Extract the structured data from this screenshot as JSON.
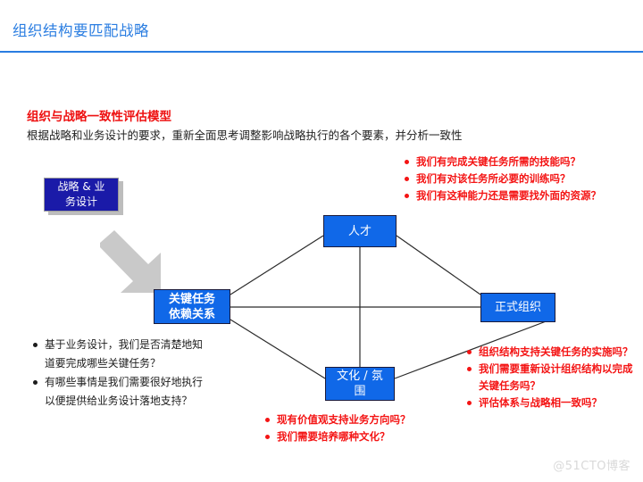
{
  "slide": {
    "title": "组织结构要匹配战略",
    "accent_color": "#2a7de1",
    "section_heading": "组织与战略一致性评估模型",
    "section_subtext": "根据战略和业务设计的要求，重新全面思考调整影响战略执行的各个要素，并分析一致性"
  },
  "strategy_box": {
    "line1": "战略 & 业",
    "line2": "务设计",
    "fill_color": "#1a1aa8"
  },
  "nodes": {
    "talent": {
      "label": "人才"
    },
    "tasks": {
      "line1": "关键任务",
      "line2": "依赖关系"
    },
    "org": {
      "label": "正式组织"
    },
    "culture": {
      "line1": "文化 / 氛",
      "line2": "围"
    },
    "fill_color": "#1068e8"
  },
  "bullets": {
    "skills": {
      "color": "#f41414",
      "items": [
        "我们有完成关键任务所需的技能吗？",
        "我们有对该任务所必要的训练吗？",
        "我们有这种能力还是需要找外面的资源？"
      ]
    },
    "tasks": {
      "color": "#1c1c1c",
      "items": [
        {
          "line1": "基于业务设计，我们是否清楚地知",
          "line2": "道要完成哪些关键任务？"
        },
        {
          "line1": "有哪些事情是我们需要很好地执行",
          "line2": "以便提供给业务设计落地支持？"
        }
      ]
    },
    "org": {
      "color": "#f41414",
      "items": [
        {
          "line1": "组织结构支持关键任务的实施吗？",
          "line2": ""
        },
        {
          "line1": "我们需要重新设计组织结构以完成",
          "line2": "关键任务吗？"
        },
        {
          "line1": "评估体系与战略相一致吗？",
          "line2": ""
        }
      ]
    },
    "culture": {
      "color": "#f41414",
      "items": [
        "现有价值观支持业务方向吗？",
        "我们需要培养哪种文化？"
      ]
    }
  },
  "watermark": {
    "text": "@51CTO博客"
  }
}
